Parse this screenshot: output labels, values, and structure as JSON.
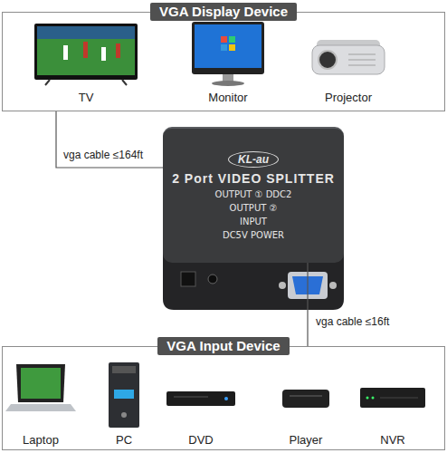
{
  "diagram": {
    "nodes": [
      {
        "text": [
          "VGA Display Device"
        ]
      },
      {
        "text": [
          "TV"
        ],
        "in": 0
      },
      {
        "text": [
          "Monitor"
        ],
        "in": 0
      },
      {
        "text": [
          "Projector"
        ],
        "in": 0
      },
      {
        "text": [
          "KL-au",
          "2 Port VIDEO SPLITTER",
          "OUTPUT ① DDC2",
          "OUTPUT ②",
          "INPUT",
          "DC5V POWER"
        ]
      },
      {
        "text": [
          "VGA Input Device"
        ]
      },
      {
        "text": [
          "Laptop"
        ],
        "in": 5
      },
      {
        "text": [
          "PC"
        ],
        "in": 5
      },
      {
        "text": [
          "DVD"
        ],
        "in": 5
      },
      {
        "text": [
          "Player"
        ],
        "in": 5
      },
      {
        "text": [
          "NVR"
        ],
        "in": 5
      }
    ],
    "edges": [
      {
        "from": 4,
        "to": 0,
        "label": "vga cable ≤164ft",
        "arrow": "none"
      },
      {
        "from": 5,
        "to": 4,
        "label": "vga cable ≤16ft",
        "arrow": "none"
      }
    ]
  }
}
